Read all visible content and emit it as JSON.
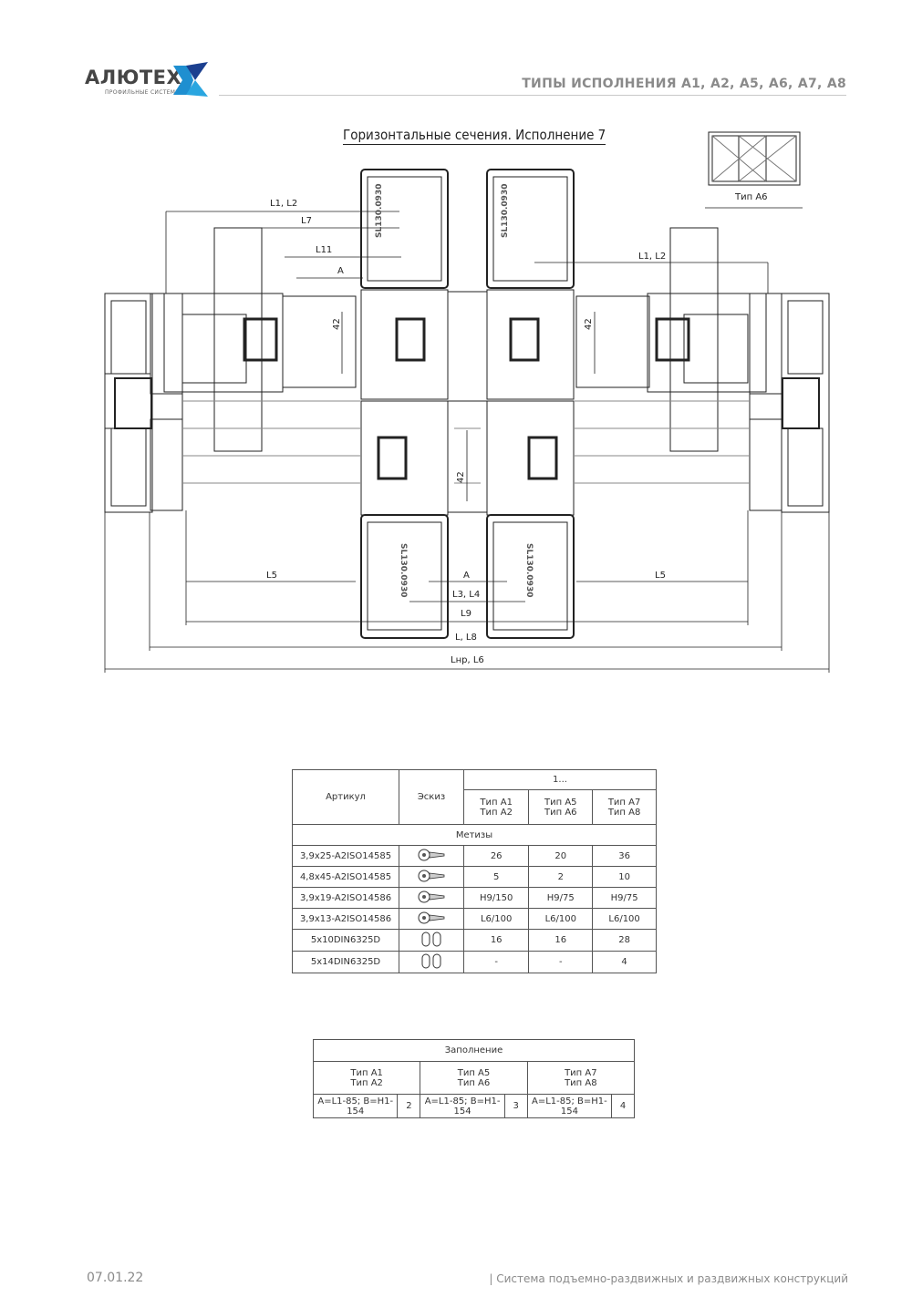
{
  "header": {
    "brand": "АЛЮТЕХ",
    "brand_sub": "ПРОФИЛЬНЫЕ СИСТЕМЫ",
    "title": "ТИПЫ ИСПОЛНЕНИЯ А1, А2, А5, А6, А7, А8"
  },
  "drawing": {
    "title": "Горизонтальные сечения. Исполнение 7",
    "thumb_label": "Тип А6",
    "profile_code": "SL130.0930",
    "dims": {
      "l1l2": "L1, L2",
      "l7": "L7",
      "l11": "L11",
      "a": "A",
      "d42": "42",
      "l5": "L5",
      "l3l4": "L3, L4",
      "l9": "L9",
      "l_l8": "L, L8",
      "lnr_l6": "Lнр, L6"
    }
  },
  "hardware_table": {
    "col_article": "Артикул",
    "col_sketch": "Эскиз",
    "col_group": "1...",
    "col_types": [
      {
        "line1": "Тип А1",
        "line2": "Тип А2"
      },
      {
        "line1": "Тип А5",
        "line2": "Тип А6"
      },
      {
        "line1": "Тип А7",
        "line2": "Тип А8"
      }
    ],
    "section": "Метизы",
    "rows": [
      {
        "article": "3,9x25-A2ISO14585",
        "icon": "screw-icon",
        "v1": "26",
        "v2": "20",
        "v3": "36"
      },
      {
        "article": "4,8x45-A2ISO14585",
        "icon": "screw-icon",
        "v1": "5",
        "v2": "2",
        "v3": "10"
      },
      {
        "article": "3,9x19-A2ISO14586",
        "icon": "screw-icon",
        "v1": "H9/150",
        "v2": "H9/75",
        "v3": "H9/75"
      },
      {
        "article": "3,9x13-A2ISO14586",
        "icon": "screw-icon",
        "v1": "L6/100",
        "v2": "L6/100",
        "v3": "L6/100"
      },
      {
        "article": "5x10DIN6325D",
        "icon": "pin-icon",
        "v1": "16",
        "v2": "16",
        "v3": "28"
      },
      {
        "article": "5x14DIN6325D",
        "icon": "pin-icon",
        "v1": "-",
        "v2": "-",
        "v3": "4"
      }
    ]
  },
  "fill_table": {
    "title": "Заполнение",
    "types": [
      {
        "line1": "Тип А1",
        "line2": "Тип А2",
        "formula": "A=L1-85; B=H1-154",
        "qty": "2"
      },
      {
        "line1": "Тип А5",
        "line2": "Тип А6",
        "formula": "A=L1-85; B=H1-154",
        "qty": "3"
      },
      {
        "line1": "Тип А7",
        "line2": "Тип А8",
        "formula": "A=L1-85; B=H1-154",
        "qty": "4"
      }
    ]
  },
  "footer": {
    "date": "07.01.22",
    "text": "| Система подъемно-раздвижных и раздвижных конструкций"
  },
  "colors": {
    "brand_blue": "#1f8fd0",
    "brand_dark_blue": "#1b3f8f",
    "header_gray": "#8a8a8a",
    "line": "#222222"
  }
}
